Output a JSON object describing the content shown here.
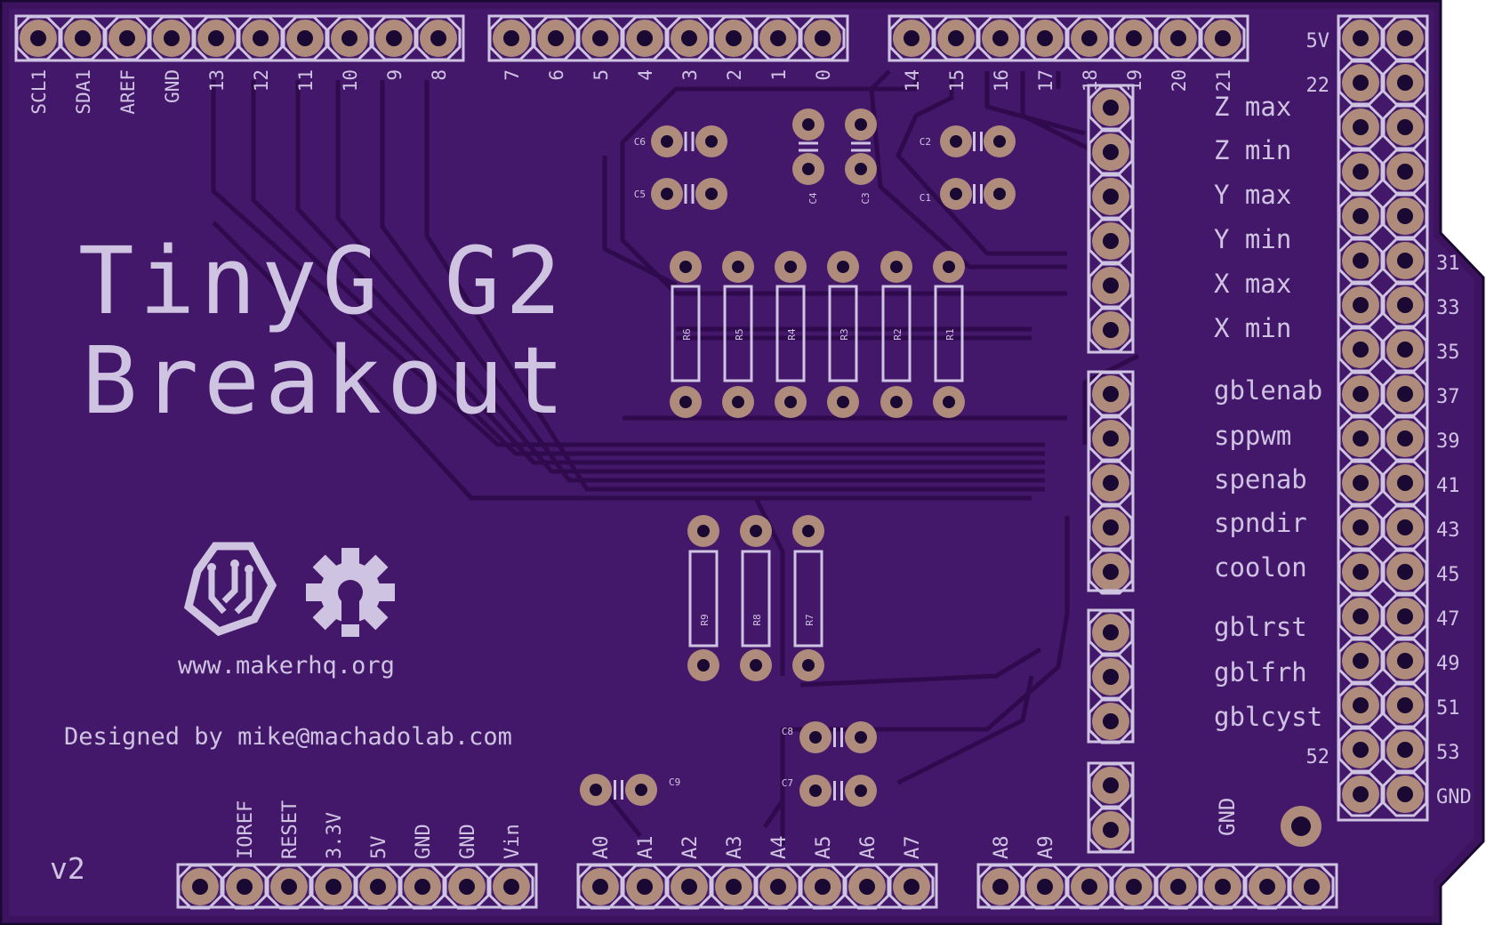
{
  "board": {
    "title_line1": "TinyG G2",
    "title_line2": "Breakout",
    "website": "www.makerhq.org",
    "designer": "Designed by mike@machadolab.com",
    "version": "v2",
    "colors": {
      "background": "#ffffff",
      "outline": "#1a0a33",
      "substrate": "#3d135f",
      "copper_pour": "#43176a",
      "trace": "#2f0a4d",
      "silkscreen": "#cfc3e2",
      "pad": "#ae8b7b",
      "hole": "#1a0a33"
    }
  },
  "headers": {
    "top_left_labels": [
      "SCL1",
      "SDA1",
      "AREF",
      "GND",
      "13",
      "12",
      "11",
      "10",
      "9",
      "8"
    ],
    "top_mid_labels": [
      "7",
      "6",
      "5",
      "4",
      "3",
      "2",
      "1",
      "0"
    ],
    "top_right_labels": [
      "14",
      "15",
      "16",
      "17",
      "18",
      "19",
      "20",
      "21"
    ],
    "bottom_power_labels": [
      "IOREF",
      "RESET",
      "3.3V",
      "5V",
      "GND",
      "GND",
      "Vin"
    ],
    "bottom_analog_labels": [
      "A0",
      "A1",
      "A2",
      "A3",
      "A4",
      "A5",
      "A6",
      "A7"
    ],
    "bottom_right_labels": [
      "A8",
      "A9"
    ],
    "gnd_label": "GND",
    "right_outer_labels": [
      "31",
      "33",
      "35",
      "37",
      "39",
      "41",
      "43",
      "45",
      "47",
      "49",
      "51",
      "53",
      "GND"
    ],
    "right_inner_labels": [
      "5V",
      "22",
      "52"
    ]
  },
  "signals": [
    "Z max",
    "Z min",
    "Y max",
    "Y min",
    "X max",
    "X min",
    "gblenab",
    "sppwm",
    "spenab",
    "spndir",
    "coolon",
    "gblrst",
    "gblfrh",
    "gblcyst"
  ],
  "components": {
    "resistors_top": [
      "R6",
      "R5",
      "R4",
      "R3",
      "R2",
      "R1"
    ],
    "resistors_bottom": [
      "R9",
      "R8",
      "R7"
    ],
    "capacitors": [
      "C6",
      "C5",
      "C4",
      "C3",
      "C2",
      "C1",
      "C8",
      "C7",
      "C9"
    ]
  }
}
